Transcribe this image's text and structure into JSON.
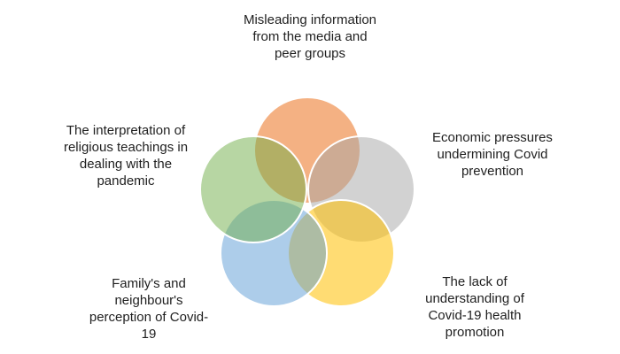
{
  "figure": {
    "type": "radial-venn",
    "background_color": "#FFFFFF",
    "text_color": "#1F1F1F",
    "circle_stroke_color": "#FFFFFF",
    "nodes": [
      {
        "id": "misleading-media",
        "position": "top",
        "label": "Misleading information\nfrom the media and\npeer groups",
        "color": "#ED7D31"
      },
      {
        "id": "economic-pressures",
        "position": "upper-right",
        "label": "Economic pressures\nundermining Covid\nprevention",
        "color": "#A5A5A5"
      },
      {
        "id": "lack-of-understanding",
        "position": "lower-right",
        "label": "The lack of\nunderstanding of\nCovid-19 health\npromotion",
        "color": "#FFC000"
      },
      {
        "id": "family-neighbour-perception",
        "position": "lower-left",
        "label": "Family's and\nneighbour's\nperception of Covid-\n19",
        "color": "#5B9BD5"
      },
      {
        "id": "religious-teachings",
        "position": "upper-left",
        "label": "The interpretation of\nreligious teachings in\ndealing with the\npandemic",
        "color": "#70AD47"
      }
    ]
  }
}
